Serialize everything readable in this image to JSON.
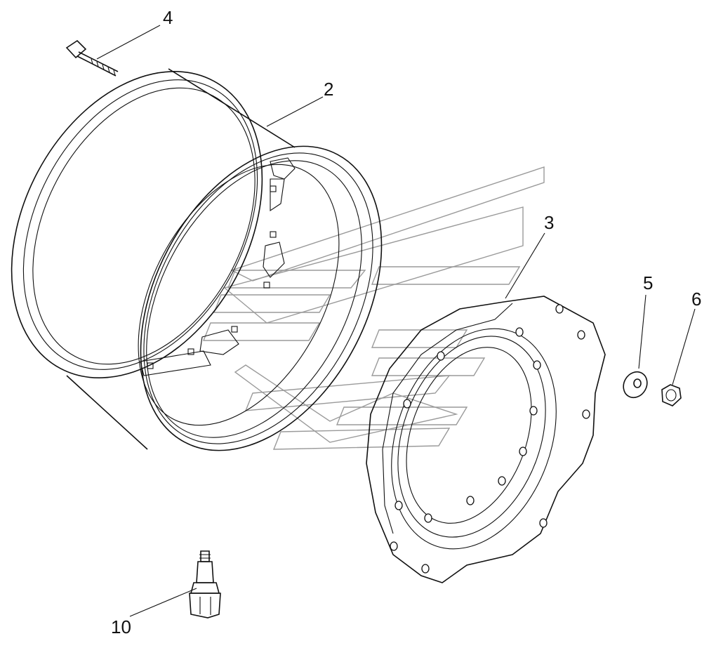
{
  "diagram": {
    "callouts": {
      "rim": "2",
      "center_disc": "3",
      "bolt": "4",
      "washer": "5",
      "nut": "6",
      "valve": "10"
    }
  }
}
